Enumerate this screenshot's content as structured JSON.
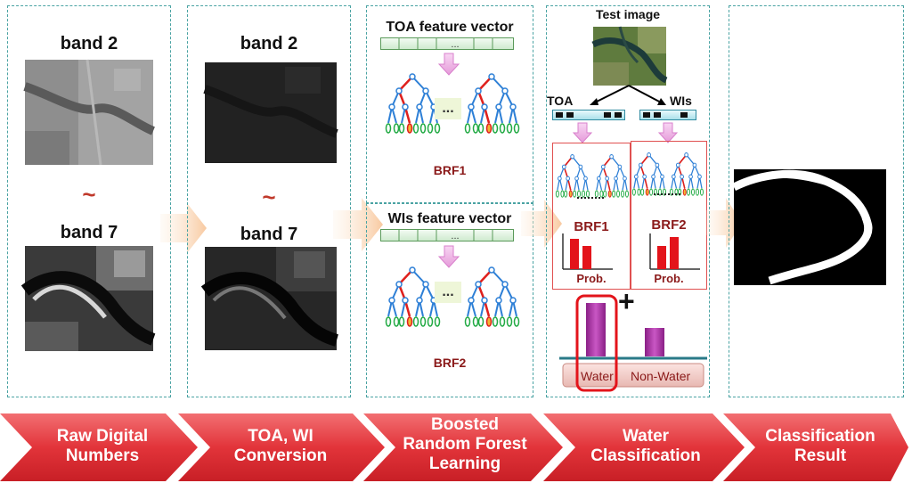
{
  "panel1": {
    "band_top": "band 2",
    "tilde": "~",
    "band_bottom": "band 7"
  },
  "panel2": {
    "band_top": "band 2",
    "tilde": "~",
    "band_bottom": "band 7"
  },
  "panel3": {
    "toa_title": "TOA feature vector",
    "brf1": "BRF1",
    "wis_title": "WIs feature vector",
    "brf2": "BRF2",
    "dots": "..."
  },
  "panel4": {
    "test_image": "Test image",
    "toa": "TOA",
    "wis": "WIs",
    "brf1": "BRF1",
    "brf2": "BRF2",
    "prob1": "Prob.",
    "prob2": "Prob.",
    "plus": "+",
    "water": "Water",
    "non_water": "Non-Water"
  },
  "stages": [
    {
      "line1": "Raw Digital",
      "line2": "Numbers",
      "line3": ""
    },
    {
      "line1": "TOA, WI",
      "line2": "Conversion",
      "line3": ""
    },
    {
      "line1": "Boosted",
      "line2": "Random Forest",
      "line3": "Learning"
    },
    {
      "line1": "Water",
      "line2": "Classification",
      "line3": ""
    },
    {
      "line1": "Classification",
      "line2": "Result",
      "line3": ""
    }
  ],
  "colors": {
    "panel_border": "#4aa3a3",
    "stage_red": "#e23a3f",
    "brf_label": "#8b1a1a",
    "tree_blue": "#2d7fd6",
    "tree_red": "#e0201c",
    "leaf_green": "#22aa44",
    "bar_red": "#e3141b",
    "bar_magenta": "#b43aa8",
    "feature_green": "#dff3df"
  }
}
